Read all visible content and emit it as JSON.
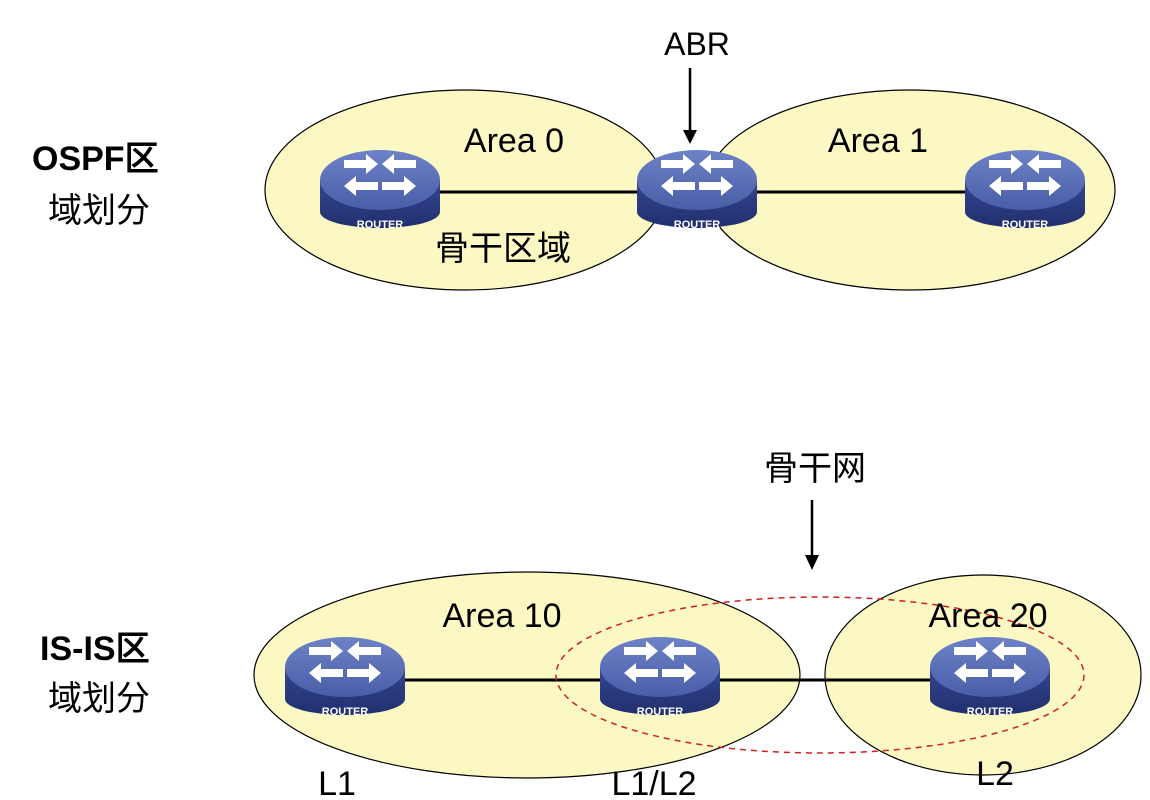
{
  "ospf": {
    "title_line1": "OSPF区",
    "title_line2": "域划分",
    "abr_label": "ABR",
    "area0_label": "Area 0",
    "area1_label": "Area 1",
    "backbone_area_label": "骨干区域"
  },
  "isis": {
    "title_line1": "IS-IS区",
    "title_line2": "域划分",
    "backbone_label": "骨干网",
    "area10_label": "Area 10",
    "area20_label": "Area 20",
    "l1_label": "L1",
    "l1l2_label": "L1/L2",
    "l2_label": "L2"
  },
  "router": {
    "label": "ROUTER",
    "icon": "router-icon"
  },
  "colors": {
    "area_fill": "#fbf8c4",
    "area_stroke": "#000000",
    "router_top": "#5a6fb8",
    "router_side": "#2f3f86",
    "backbone_dash": "#cc2222",
    "link": "#000000"
  }
}
